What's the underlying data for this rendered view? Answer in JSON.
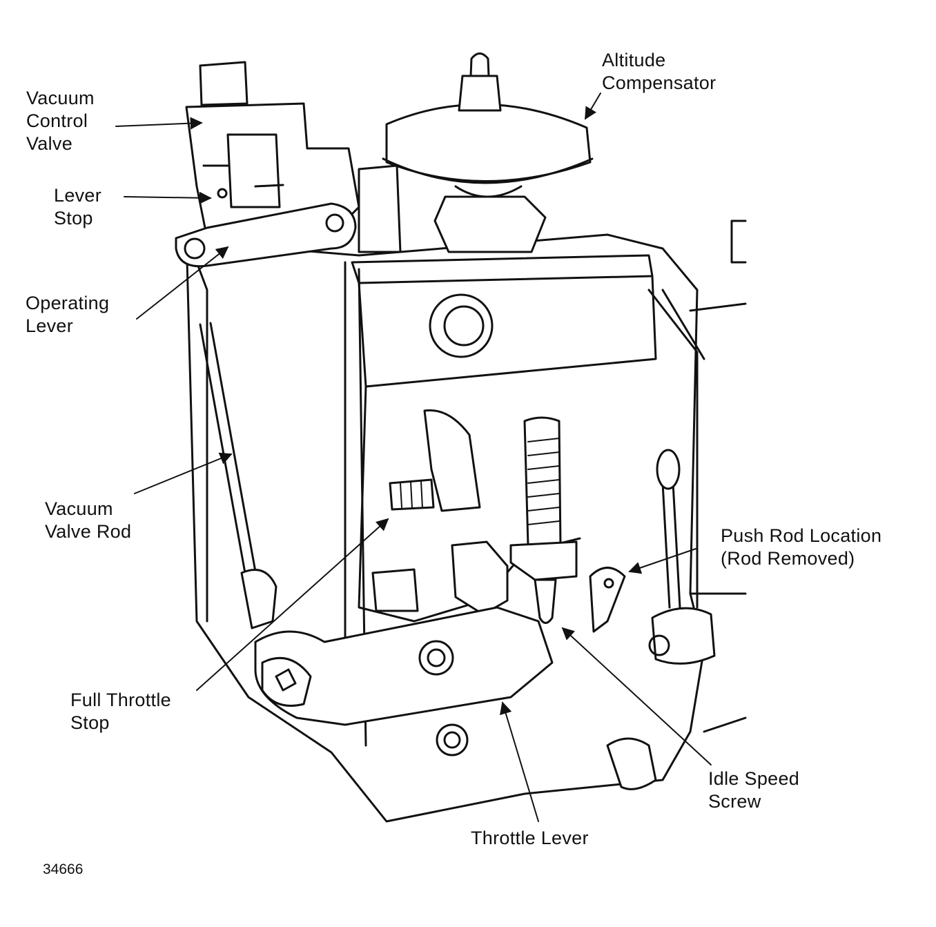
{
  "labels": {
    "vacuum_control_valve": "Vacuum\nControl\nValve",
    "altitude_compensator": "Altitude\nCompensator",
    "lever_stop": "Lever\nStop",
    "operating_lever": "Operating\nLever",
    "vacuum_valve_rod": "Vacuum\nValve Rod",
    "push_rod_location": "Push Rod Location\n(Rod Removed)",
    "full_throttle_stop": "Full Throttle\nStop",
    "idle_speed_screw": "Idle Speed\nScrew",
    "throttle_lever": "Throttle Lever"
  },
  "figure_number": "34666"
}
